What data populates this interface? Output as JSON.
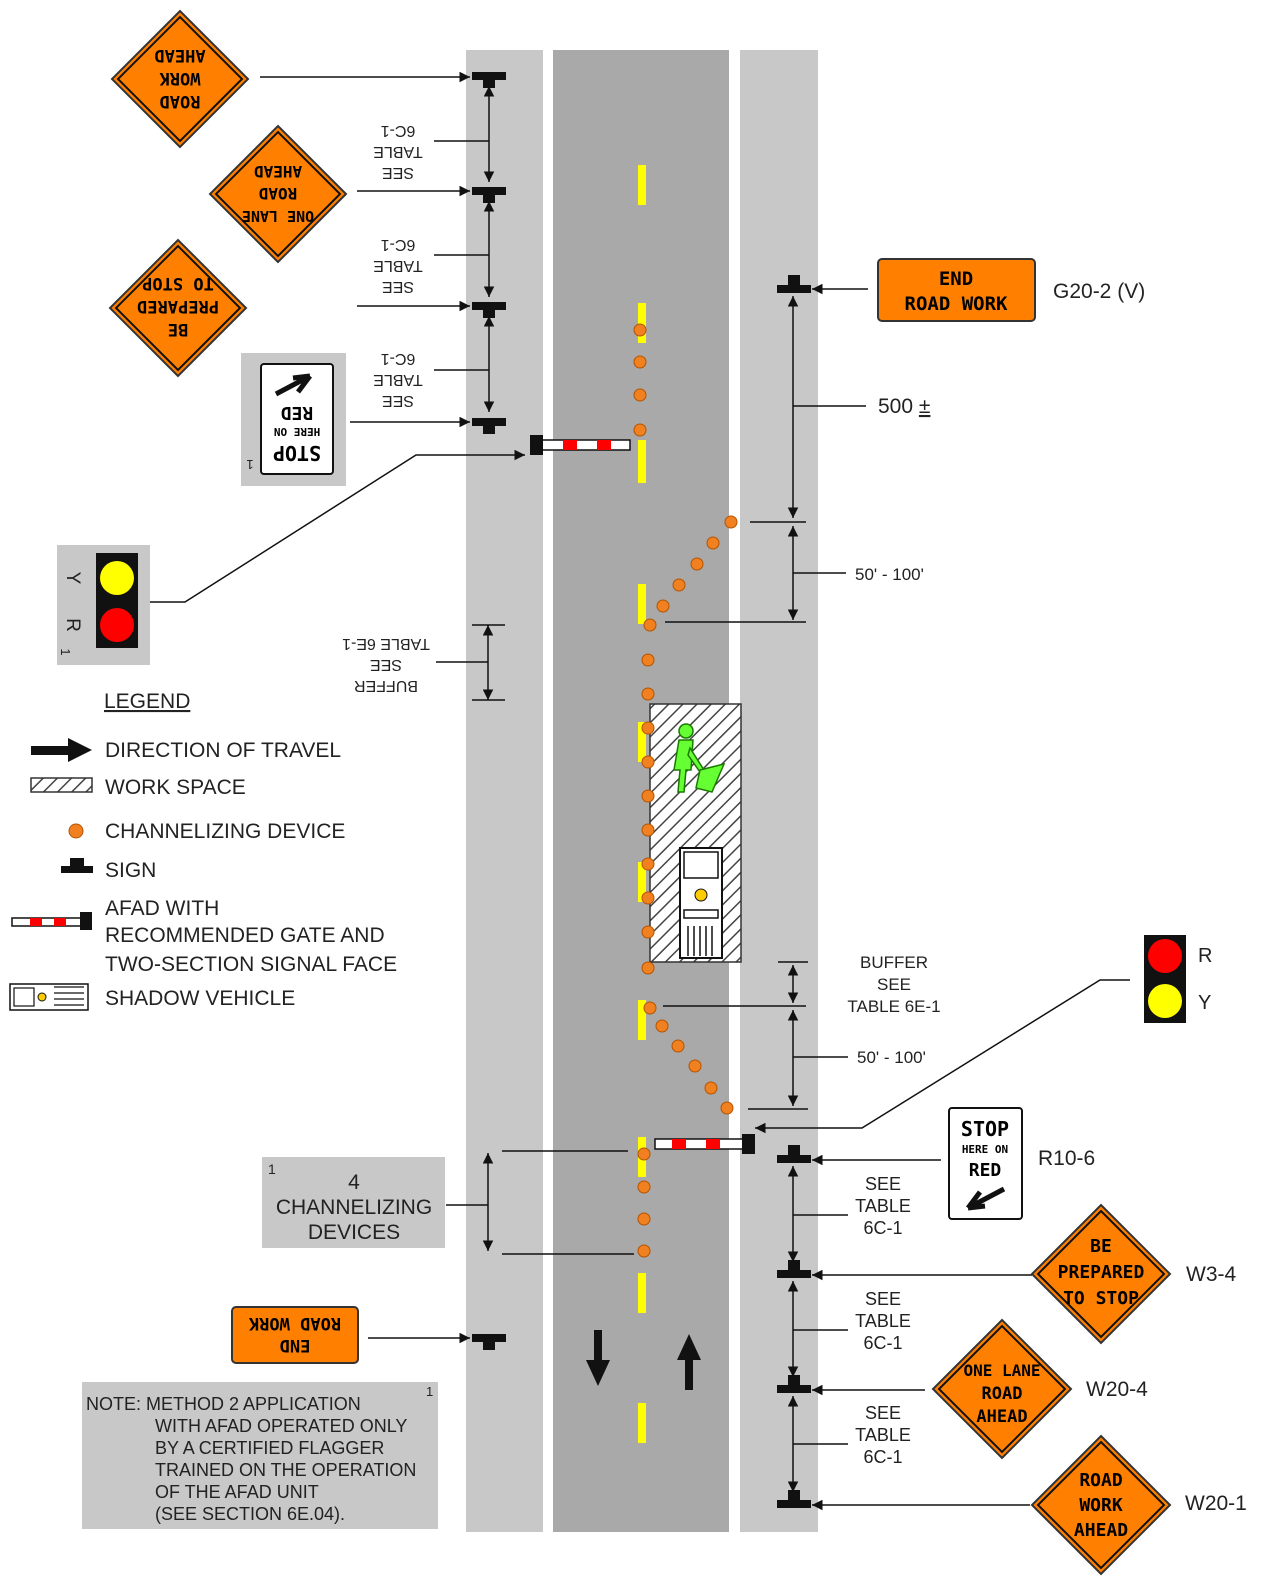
{
  "colors": {
    "shoulder": "#c8c8c8",
    "pavement": "#a9a9a9",
    "center_line": "#ffff00",
    "warning_orange": "#ff8000",
    "device_orange": "#f08020",
    "signal_red": "#ff0000",
    "signal_yellow": "#ffff00",
    "worker_green": "#66ff33",
    "note_box": "#c8c8c8"
  },
  "legend": {
    "title": "LEGEND",
    "items": [
      {
        "icon": "arrow-icon",
        "label": "DIRECTION OF TRAVEL"
      },
      {
        "icon": "hatch-icon",
        "label": "WORK SPACE"
      },
      {
        "icon": "dot-icon",
        "label": "CHANNELIZING DEVICE"
      },
      {
        "icon": "sign-icon",
        "label": "SIGN"
      },
      {
        "icon": "afad-icon",
        "lines": [
          "AFAD WITH",
          "RECOMMENDED GATE AND",
          "TWO-SECTION SIGNAL FACE"
        ]
      },
      {
        "icon": "truck-icon",
        "label": "SHADOW VEHICLE"
      }
    ]
  },
  "signs": {
    "road_work_ahead": [
      "ROAD",
      "WORK",
      "AHEAD"
    ],
    "one_lane_road_ahead": [
      "ONE LANE",
      "ROAD",
      "AHEAD"
    ],
    "be_prepared_to_stop": [
      "BE",
      "PREPARED",
      "TO STOP"
    ],
    "end_road_work": [
      "END",
      "ROAD WORK"
    ],
    "stop_here_on_red": [
      "STOP",
      "HERE ON",
      "RED"
    ]
  },
  "sign_codes": {
    "g20_2": "G20-2 (V)",
    "r10_6": "R10-6",
    "w3_4": "W3-4",
    "w20_4": "W20-4",
    "w20_1": "W20-1"
  },
  "spacing": {
    "see_table_6c1": [
      "SEE",
      "TABLE",
      "6C-1"
    ],
    "buffer": [
      "BUFFER",
      "SEE",
      "TABLE 6E-1"
    ],
    "taper": "50' - 100'",
    "end_distance": "500",
    "end_distance_suffix": "±"
  },
  "signal": {
    "r": "R",
    "y": "Y"
  },
  "footnote_mark": "1",
  "channelizing_box": [
    "4",
    "CHANNELIZING",
    "DEVICES"
  ],
  "note": {
    "lines": [
      "NOTE:  METHOD 2 APPLICATION",
      "WITH AFAD OPERATED ONLY",
      "BY A CERTIFIED FLAGGER",
      "TRAINED ON THE OPERATION",
      "OF THE AFAD UNIT",
      "(SEE SECTION 6E.04)."
    ]
  }
}
